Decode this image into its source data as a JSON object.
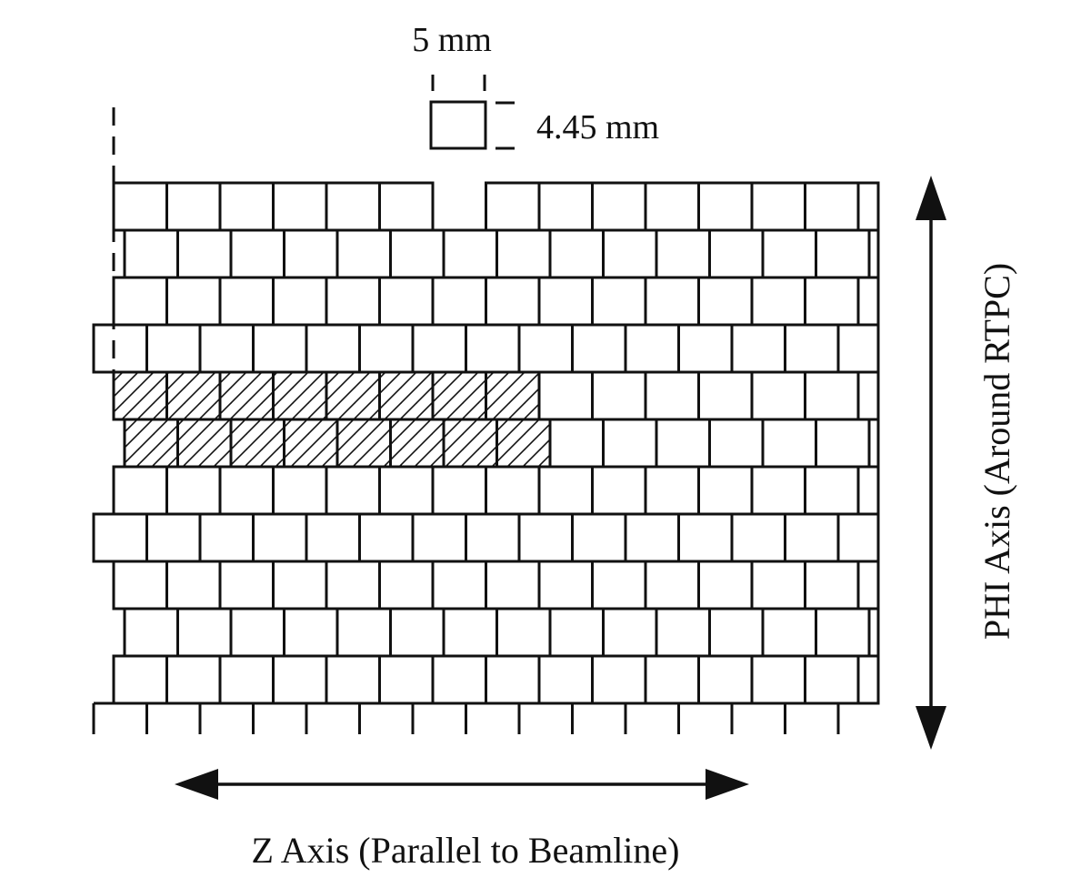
{
  "labels": {
    "pad_width": "5 mm",
    "pad_height": "4.45 mm",
    "z_axis": "Z Axis (Parallel to Beamline)",
    "phi_axis": "PHI Axis (Around RTPC)"
  },
  "pad_layout": {
    "rows": 11,
    "hatched_rows": [
      5,
      6
    ],
    "hatched_pads_per_row": 8
  },
  "colors": {
    "line": "#111111",
    "background": "#ffffff"
  }
}
